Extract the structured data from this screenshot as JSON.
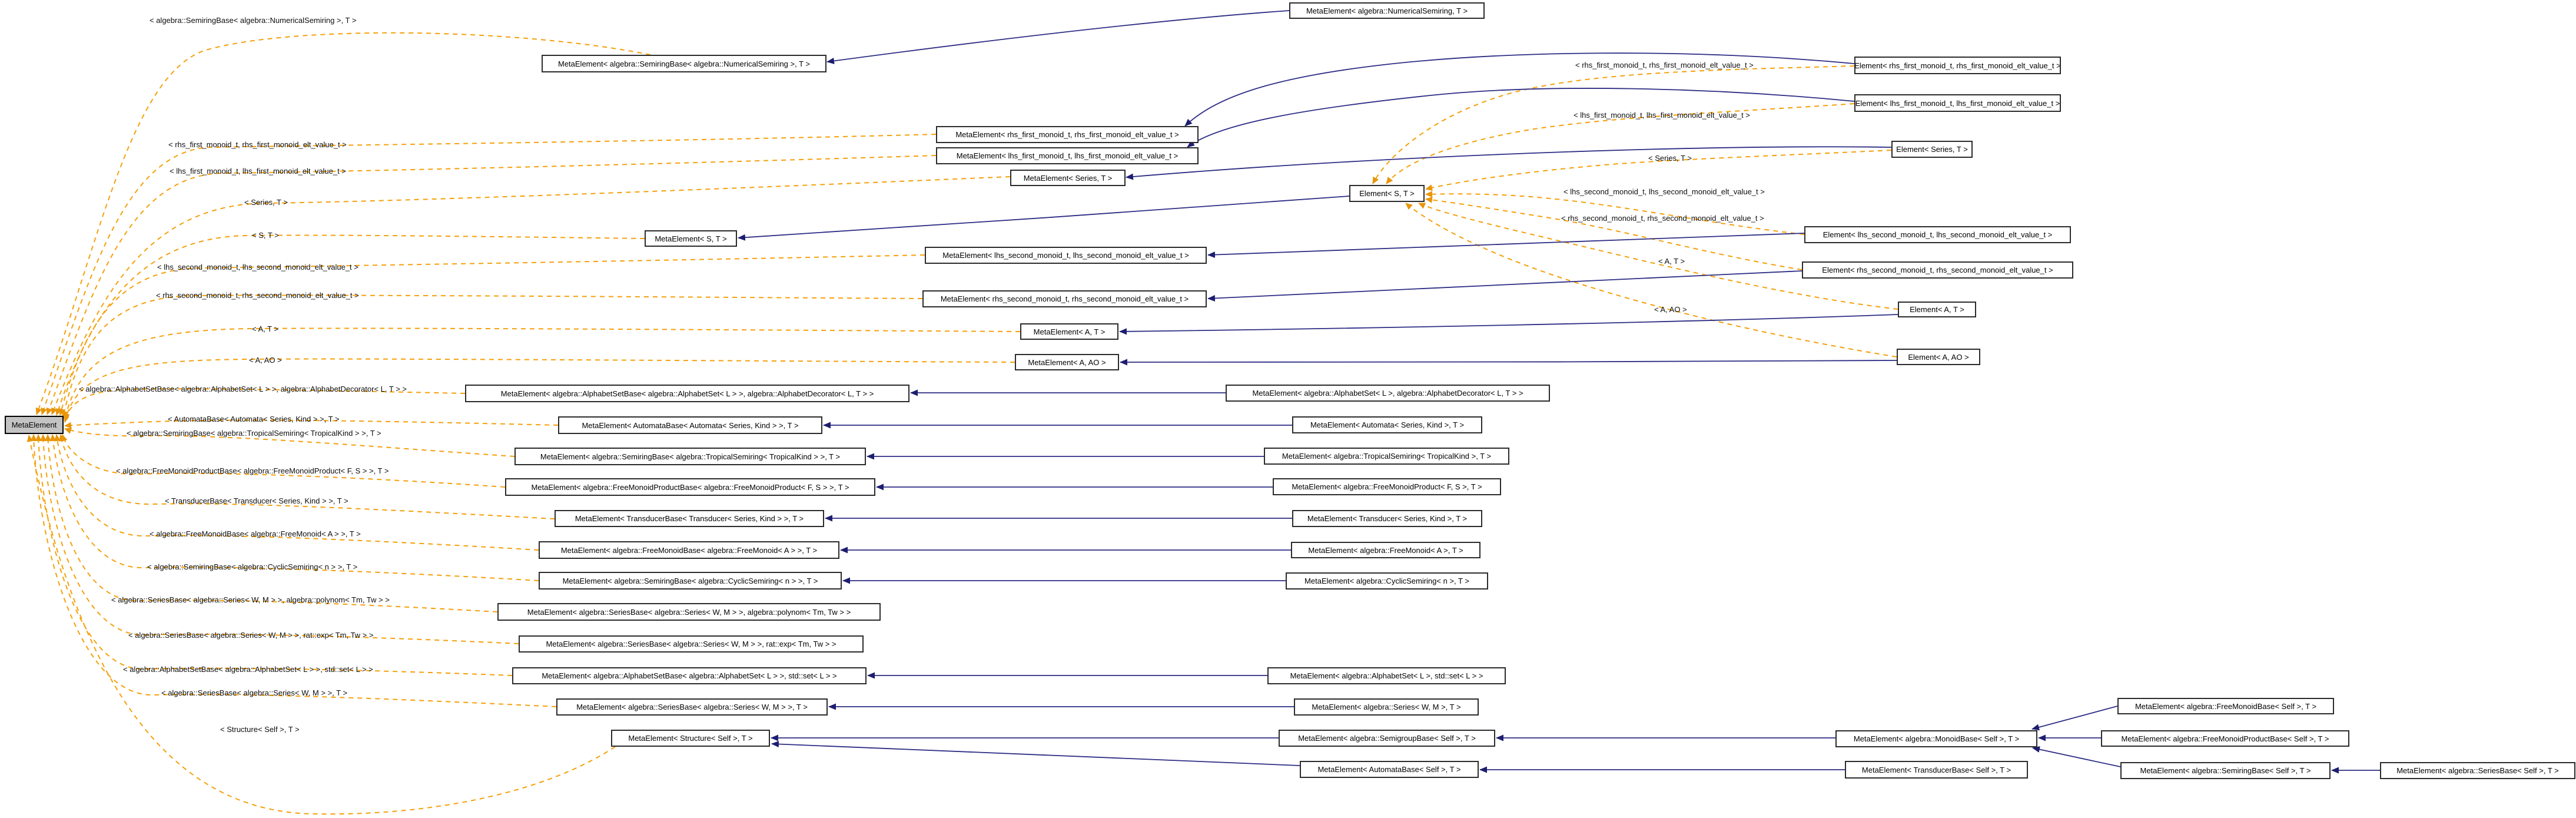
{
  "diagram": {
    "kind": "class template instantiation graph",
    "colors": {
      "background": "#ffffff",
      "template_edge": "#f5a00a",
      "inheritance_edge": "#2c2c85",
      "highlight_node_fill": "#c3c3c3",
      "node_fill": "#ffffff",
      "node_border": "#2b2b2b",
      "text": "#000000"
    },
    "nodes": [
      {
        "label": "MetaElement"
      },
      {
        "label": "MetaElement< algebra::NumericalSemiring, T >"
      },
      {
        "label": "MetaElement< algebra::SemiringBase< algebra::NumericalSemiring >, T >"
      },
      {
        "label": "MetaElement< rhs_first_monoid_t, rhs_first_monoid_elt_value_t >"
      },
      {
        "label": "MetaElement< lhs_first_monoid_t, lhs_first_monoid_elt_value_t >"
      },
      {
        "label": "MetaElement< Series, T >"
      },
      {
        "label": "MetaElement< S, T >"
      },
      {
        "label": "MetaElement< lhs_second_monoid_t, lhs_second_monoid_elt_value_t >"
      },
      {
        "label": "MetaElement< rhs_second_monoid_t, rhs_second_monoid_elt_value_t >"
      },
      {
        "label": "MetaElement< A, T >"
      },
      {
        "label": "MetaElement< A, AO >"
      },
      {
        "label": "MetaElement< algebra::AlphabetSetBase< algebra::AlphabetSet< L > >, algebra::AlphabetDecorator< L, T > >"
      },
      {
        "label": "MetaElement< algebra::AlphabetSet< L >, algebra::AlphabetDecorator< L, T > >"
      },
      {
        "label": "MetaElement< AutomataBase< Automata< Series, Kind > >, T >"
      },
      {
        "label": "MetaElement< Automata< Series, Kind >, T >"
      },
      {
        "label": "MetaElement< algebra::SemiringBase< algebra::TropicalSemiring< TropicalKind > >, T >"
      },
      {
        "label": "MetaElement< algebra::TropicalSemiring< TropicalKind >, T >"
      },
      {
        "label": "MetaElement< algebra::FreeMonoidProductBase< algebra::FreeMonoidProduct< F, S > >, T >"
      },
      {
        "label": "MetaElement< algebra::FreeMonoidProduct< F, S >, T >"
      },
      {
        "label": "MetaElement< TransducerBase< Transducer< Series, Kind > >, T >"
      },
      {
        "label": "MetaElement< Transducer< Series, Kind >, T >"
      },
      {
        "label": "MetaElement< algebra::FreeMonoidBase< algebra::FreeMonoid< A > >, T >"
      },
      {
        "label": "MetaElement< algebra::FreeMonoid< A >, T >"
      },
      {
        "label": "MetaElement< algebra::SemiringBase< algebra::CyclicSemiring< n > >, T >"
      },
      {
        "label": "MetaElement< algebra::CyclicSemiring< n >, T >"
      },
      {
        "label": "MetaElement< algebra::SeriesBase< algebra::Series< W, M > >, algebra::polynom< Tm, Tw > >"
      },
      {
        "label": "MetaElement< algebra::SeriesBase< algebra::Series< W, M > >, rat::exp< Tm, Tw > >"
      },
      {
        "label": "MetaElement< algebra::AlphabetSetBase< algebra::AlphabetSet< L > >, std::set< L > >"
      },
      {
        "label": "MetaElement< algebra::AlphabetSet< L >, std::set< L > >"
      },
      {
        "label": "MetaElement< algebra::SeriesBase< algebra::Series< W, M > >, T >"
      },
      {
        "label": "MetaElement< algebra::Series< W, M >, T >"
      },
      {
        "label": "MetaElement< Structure< Self >, T >"
      },
      {
        "label": "MetaElement< algebra::SemigroupBase< Self >, T >"
      },
      {
        "label": "MetaElement< AutomataBase< Self >, T >"
      },
      {
        "label": "MetaElement< algebra::MonoidBase< Self >, T >"
      },
      {
        "label": "MetaElement< TransducerBase< Self >, T >"
      },
      {
        "label": "MetaElement< algebra::FreeMonoidBase< Self >, T >"
      },
      {
        "label": "MetaElement< algebra::FreeMonoidProductBase< Self >, T >"
      },
      {
        "label": "MetaElement< algebra::SemiringBase< Self >, T >"
      },
      {
        "label": "MetaElement< algebra::SeriesBase< Self >, T >"
      },
      {
        "label": "Element< S, T >"
      },
      {
        "label": "Element< rhs_first_monoid_t, rhs_first_monoid_elt_value_t >"
      },
      {
        "label": "Element< lhs_first_monoid_t, lhs_first_monoid_elt_value_t >"
      },
      {
        "label": "Element< Series, T >"
      },
      {
        "label": "Element< lhs_second_monoid_t, lhs_second_monoid_elt_value_t >"
      },
      {
        "label": "Element< rhs_second_monoid_t, rhs_second_monoid_elt_value_t >"
      },
      {
        "label": "Element< A, T >"
      },
      {
        "label": "Element< A, AO >"
      }
    ],
    "edge_labels": [
      {
        "text": "< algebra::SemiringBase< algebra::NumericalSemiring >, T >"
      },
      {
        "text": "< rhs_first_monoid_t, rhs_first_monoid_elt_value_t >"
      },
      {
        "text": "< lhs_first_monoid_t, lhs_first_monoid_elt_value_t >"
      },
      {
        "text": "< Series, T >"
      },
      {
        "text": "< S, T >"
      },
      {
        "text": "< lhs_second_monoid_t, lhs_second_monoid_elt_value_t >"
      },
      {
        "text": "< rhs_second_monoid_t, rhs_second_monoid_elt_value_t >"
      },
      {
        "text": "< A, T >"
      },
      {
        "text": "< A, AO >"
      },
      {
        "text": "< algebra::AlphabetSetBase< algebra::AlphabetSet< L > >, algebra::AlphabetDecorator< L, T > >"
      },
      {
        "text": "< AutomataBase< Automata< Series, Kind > >, T >"
      },
      {
        "text": "< algebra::SemiringBase< algebra::TropicalSemiring< TropicalKind > >, T >"
      },
      {
        "text": "< algebra::FreeMonoidProductBase< algebra::FreeMonoidProduct< F, S > >, T >"
      },
      {
        "text": "< TransducerBase< Transducer< Series, Kind > >, T >"
      },
      {
        "text": "< algebra::FreeMonoidBase< algebra::FreeMonoid< A > >, T >"
      },
      {
        "text": "< algebra::SemiringBase< algebra::CyclicSemiring< n > >, T >"
      },
      {
        "text": "< algebra::SeriesBase< algebra::Series< W, M > >, algebra::polynom< Tm, Tw > >"
      },
      {
        "text": "< algebra::SeriesBase< algebra::Series< W, M > >, rat::exp< Tm, Tw > >"
      },
      {
        "text": "< algebra::AlphabetSetBase< algebra::AlphabetSet< L > >, std::set< L > >"
      },
      {
        "text": "< algebra::SeriesBase< algebra::Series< W, M > >, T >"
      },
      {
        "text": "< Structure< Self >, T >"
      },
      {
        "text": "< rhs_first_monoid_t, rhs_first_monoid_elt_value_t >"
      },
      {
        "text": "< lhs_first_monoid_t, lhs_first_monoid_elt_value_t >"
      },
      {
        "text": "< Series, T >"
      },
      {
        "text": "< lhs_second_monoid_t, lhs_second_monoid_elt_value_t >"
      },
      {
        "text": "< rhs_second_monoid_t, rhs_second_monoid_elt_value_t >"
      },
      {
        "text": "< A, T >"
      },
      {
        "text": "< A, AO >"
      }
    ]
  }
}
